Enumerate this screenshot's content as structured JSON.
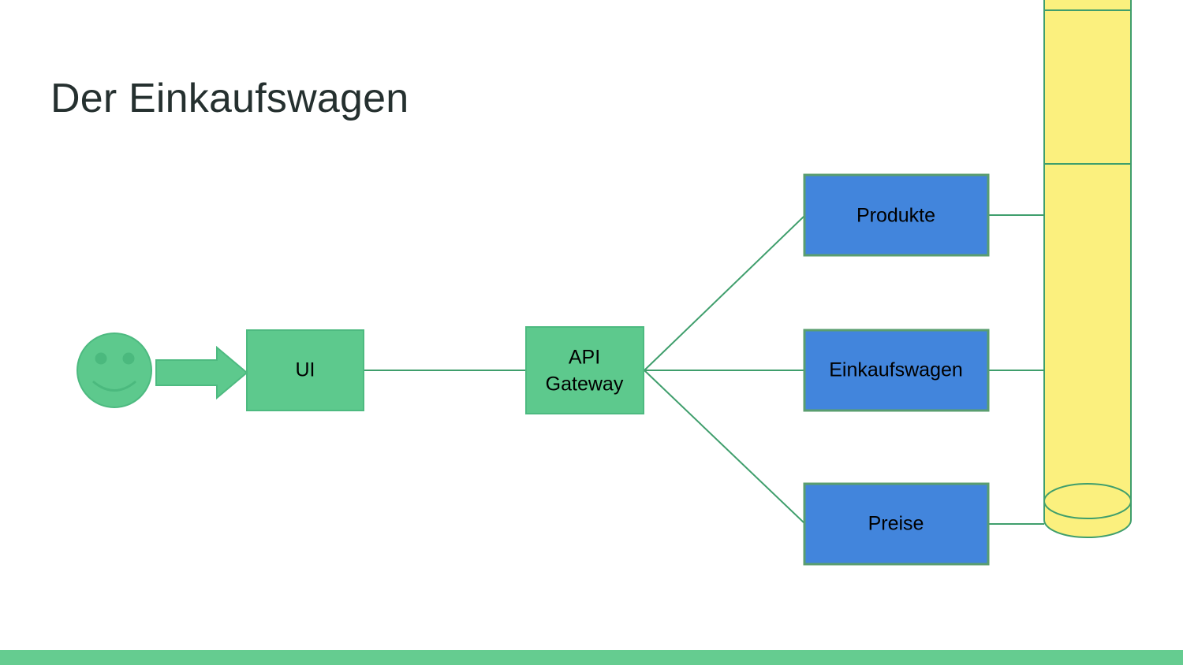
{
  "slide": {
    "title": "Der Einkaufswagen",
    "background_color": "#ffffff",
    "title_color": "#25302f",
    "footer_bar_color": "#65cc90"
  },
  "palette": {
    "green_fill": "#5DC98D",
    "green_stroke": "#3f9e6c",
    "blue_fill": "#4285DC",
    "blue_stroke": "#5a9e6f",
    "yellow_fill": "#FBF07E",
    "yellow_stroke": "#3f9e6c",
    "connector_stroke": "#3f9e6c",
    "label_color": "#000000",
    "eye_color": "#4BB97E"
  },
  "diagram": {
    "type": "architecture-flow",
    "actor": {
      "name": "user-smiley",
      "label": "",
      "shape": "smiley-face"
    },
    "arrow": {
      "name": "user-to-ui-arrow",
      "direction": "right"
    },
    "green_nodes": [
      {
        "id": "ui",
        "label": "UI",
        "lines": [
          "UI"
        ]
      },
      {
        "id": "api-gateway",
        "label": "API Gateway",
        "lines": [
          "API",
          "Gateway"
        ]
      }
    ],
    "services": [
      {
        "id": "produkte",
        "label": "Produkte",
        "database_label": ""
      },
      {
        "id": "einkaufswagen",
        "label": "Einkaufswagen",
        "database_label": ""
      },
      {
        "id": "preise",
        "label": "Preise",
        "database_label": ""
      }
    ],
    "connections": [
      {
        "from": "user-smiley",
        "to": "ui",
        "style": "block-arrow"
      },
      {
        "from": "ui",
        "to": "api-gateway",
        "style": "line"
      },
      {
        "from": "api-gateway",
        "to": "produkte",
        "style": "line"
      },
      {
        "from": "api-gateway",
        "to": "einkaufswagen",
        "style": "line"
      },
      {
        "from": "api-gateway",
        "to": "preise",
        "style": "line"
      },
      {
        "from": "produkte",
        "to": "produkte-db",
        "style": "line"
      },
      {
        "from": "einkaufswagen",
        "to": "einkaufswagen-db",
        "style": "line"
      },
      {
        "from": "preise",
        "to": "preise-db",
        "style": "line"
      }
    ]
  }
}
